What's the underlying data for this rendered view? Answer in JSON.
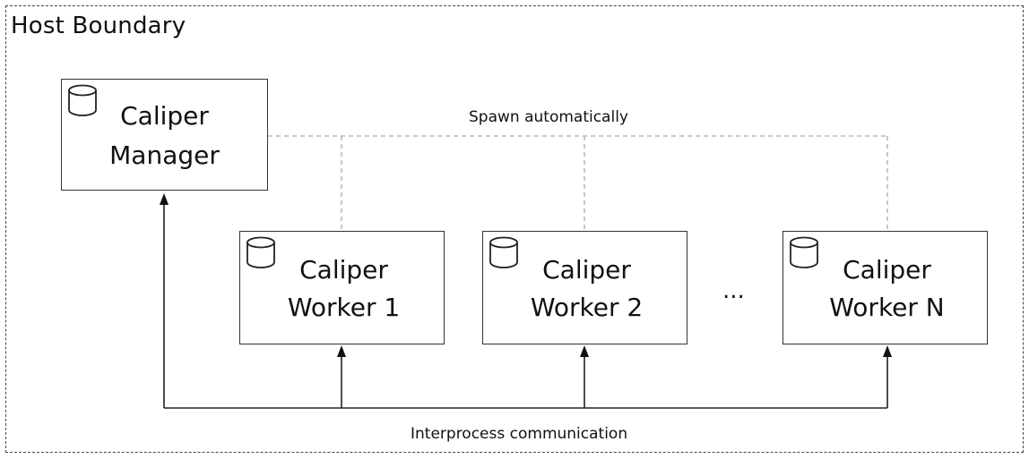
{
  "boundary": {
    "label": "Host Boundary"
  },
  "nodes": {
    "manager": {
      "line1": "Caliper",
      "line2": "Manager",
      "icon": "database-icon"
    },
    "worker1": {
      "line1": "Caliper",
      "line2": "Worker 1",
      "icon": "database-icon"
    },
    "worker2": {
      "line1": "Caliper",
      "line2": "Worker 2",
      "icon": "database-icon"
    },
    "workerN": {
      "line1": "Caliper",
      "line2": "Worker N",
      "icon": "database-icon"
    }
  },
  "ellipsis": "...",
  "connections": {
    "spawn": {
      "label": "Spawn automatically",
      "style": "dashed"
    },
    "ipc": {
      "label": "Interprocess communication",
      "style": "solid"
    }
  },
  "colors": {
    "line": "#222222",
    "dashed": "#aaaaaa"
  }
}
